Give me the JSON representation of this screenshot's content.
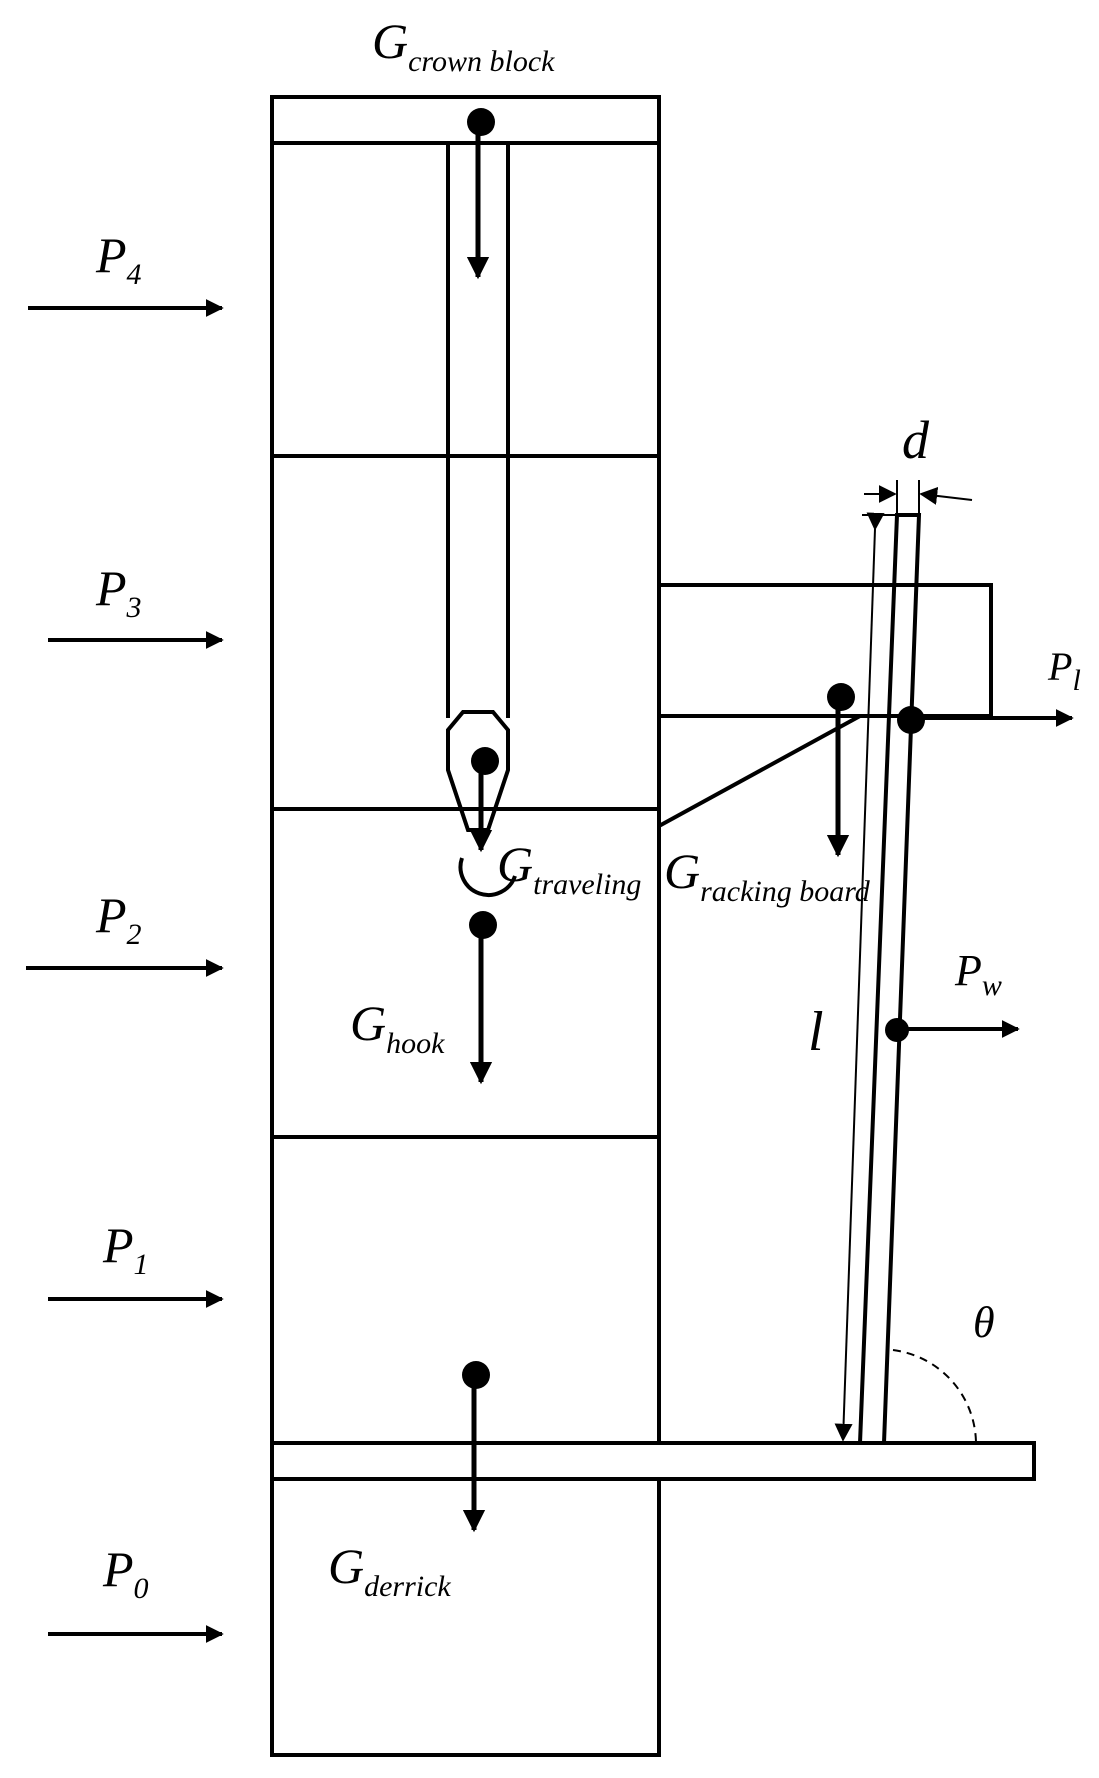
{
  "labels": {
    "crown_block": {
      "main": "G",
      "sub": "crown block"
    },
    "traveling": {
      "main": "G",
      "sub": "traveling"
    },
    "racking_board": {
      "main": "G",
      "sub": "racking board"
    },
    "hook": {
      "main": "G",
      "sub": "hook"
    },
    "derrick": {
      "main": "G",
      "sub": "derrick"
    },
    "p4": {
      "main": "P",
      "sub": "4"
    },
    "p3": {
      "main": "P",
      "sub": "3"
    },
    "p2": {
      "main": "P",
      "sub": "2"
    },
    "p1": {
      "main": "P",
      "sub": "1"
    },
    "p0": {
      "main": "P",
      "sub": "0"
    },
    "pl": {
      "main": "P",
      "sub": "l"
    },
    "pw": {
      "main": "P",
      "sub": "w"
    },
    "d": "d",
    "l": "l",
    "theta": "θ"
  },
  "colors": {
    "stroke": "#000000",
    "background": "#ffffff"
  }
}
